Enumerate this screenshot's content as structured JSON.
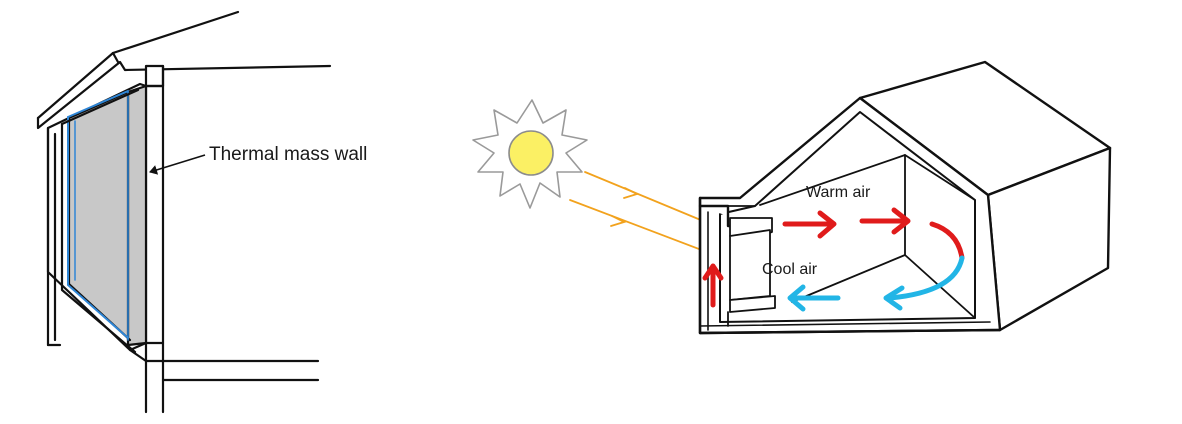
{
  "labels": {
    "thermal_mass_wall": "Thermal mass wall",
    "warm_air": "Warm air",
    "cool_air": "Cool air"
  },
  "colors": {
    "outline": "#111111",
    "mass_wall": "#c8c8c8",
    "glazing": "#2f86d6",
    "sun_fill": "#fbf064",
    "sun_rays": "#9a9a9a",
    "sunlight": "#f2a21d",
    "warm_arrow": "#e01b1b",
    "cool_arrow": "#22b5e6"
  }
}
